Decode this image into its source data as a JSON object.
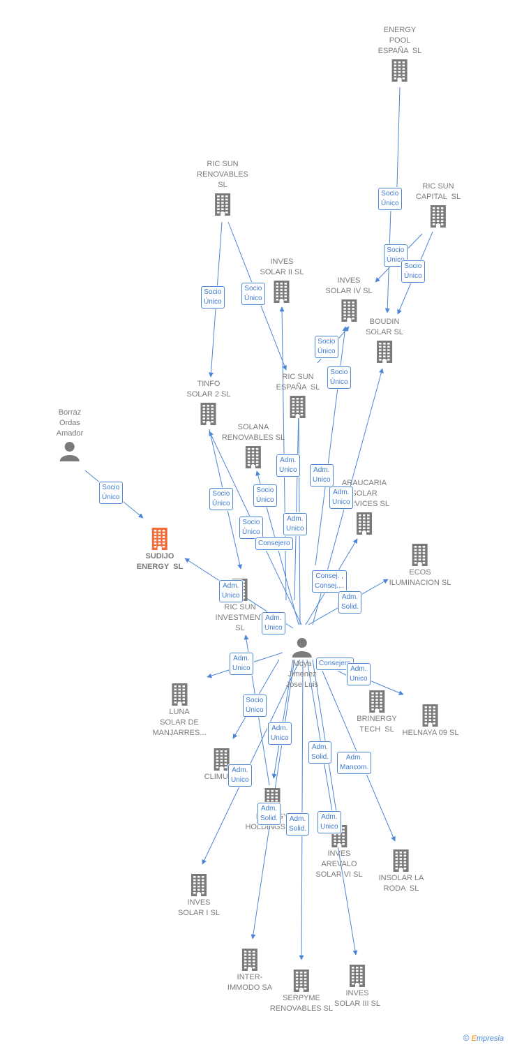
{
  "colors": {
    "edge": "#4a86d6",
    "building": "#7a7a7a",
    "focus": "#f26b3a",
    "text": "#7a7a7a"
  },
  "nodes": [
    {
      "id": "energy_pool",
      "label": "ENERGY\nPOOL\nESPAÑA  SL",
      "icon": "building-icon"
    },
    {
      "id": "ric_sun_renovables",
      "label": "RIC SUN\nRENOVABLES\nSL",
      "icon": "building-icon"
    },
    {
      "id": "ric_sun_capital",
      "label": "RIC SUN\nCAPITAL  SL",
      "icon": "building-icon"
    },
    {
      "id": "inves_solar_ii",
      "label": "INVES\nSOLAR II SL",
      "icon": "building-icon"
    },
    {
      "id": "inves_solar_iv",
      "label": "INVES\nSOLAR IV SL",
      "icon": "building-icon"
    },
    {
      "id": "boudin_solar",
      "label": "BOUDIN\nSOLAR SL",
      "icon": "building-icon"
    },
    {
      "id": "tinfo_solar_2",
      "label": "TINFO\nSOLAR 2 SL",
      "icon": "building-icon"
    },
    {
      "id": "ric_sun_espana",
      "label": "RIC SUN\nESPAÑA  SL",
      "icon": "building-icon"
    },
    {
      "id": "borraz",
      "label": "Borraz\nOrdas\nAmador",
      "icon": "person-icon"
    },
    {
      "id": "solana_renovables",
      "label": "SOLANA\nRENOVABLES SL",
      "icon": "building-icon"
    },
    {
      "id": "araucaria",
      "label": "ARAUCARIA\nSOLAR\nSERVICES SL",
      "icon": "building-icon"
    },
    {
      "id": "sudijo",
      "label": "SUDIJO\nENERGY  SL",
      "icon": "building-icon",
      "focus": true
    },
    {
      "id": "ecos",
      "label": "ECOS\nILUMINACION SL",
      "icon": "building-icon"
    },
    {
      "id": "ric_sun_investment",
      "label": "RIC SUN\nINVESTMENT\nSL",
      "icon": "building-icon"
    },
    {
      "id": "moya",
      "label": "Moya\nJimenez\nJose Luis",
      "icon": "person-icon"
    },
    {
      "id": "luna_solar",
      "label": "LUNA\nSOLAR DE\nMANJARRES...",
      "icon": "building-icon"
    },
    {
      "id": "brinergy",
      "label": "BRINERGY\nTECH  SL",
      "icon": "building-icon"
    },
    {
      "id": "helnaya",
      "label": "HELNAYA 09 SL",
      "icon": "building-icon"
    },
    {
      "id": "climua",
      "label": "CLIMUA...",
      "icon": "building-icon"
    },
    {
      "id": "energy_holdings",
      "label": "ENERGY\nHOLDINGS  SL",
      "icon": "building-icon"
    },
    {
      "id": "inves_arevalo",
      "label": "INVES\nAREVALO\nSOLAR VI SL",
      "icon": "building-icon"
    },
    {
      "id": "insolar_la_roda",
      "label": "INSOLAR LA\nRODA  SL",
      "icon": "building-icon"
    },
    {
      "id": "inves_solar_i",
      "label": "INVES\nSOLAR I SL",
      "icon": "building-icon"
    },
    {
      "id": "inter_immodo",
      "label": "INTER-\nIMMODO SA",
      "icon": "building-icon"
    },
    {
      "id": "serpyme",
      "label": "SERPYME\nRENOVABLES SL",
      "icon": "building-icon"
    },
    {
      "id": "inves_solar_iii",
      "label": "INVES\nSOLAR III SL",
      "icon": "building-icon"
    }
  ],
  "edge_labels": [
    "Socio\nÚnico",
    "Socio\nÚnico",
    "Socio\nÚnico",
    "Socio\nÚnico",
    "Socio\nÚnico",
    "Socio\nÚnico",
    "Socio\nÚnico",
    "Socio\nÚnico",
    "Socio\nÚnico",
    "Socio\nÚnico",
    "Socio\nÚnico",
    "Socio\nÚnico",
    "Adm.\nUnico",
    "Adm.\nUnico",
    "Adm.\nUnico",
    "Adm.\nUnico",
    "Consejero",
    "Consej. ,\nConsej....",
    "Adm.\nSolid.",
    "Adm.\nUnico",
    "Adm.\nUnico",
    "Adm.\nUnico",
    "Consejero",
    "Adm.\nUnico",
    "Adm.\nUnico",
    "Adm.\nSolid.",
    "Adm.\nMancom.",
    "Adm.\nUnico",
    "Adm.\nSolid.",
    "Adm.\nSolid.",
    "Adm.\nUnico"
  ],
  "footer": {
    "copyright": "©",
    "brand_initial": "E",
    "brand_rest": "mpresia"
  }
}
